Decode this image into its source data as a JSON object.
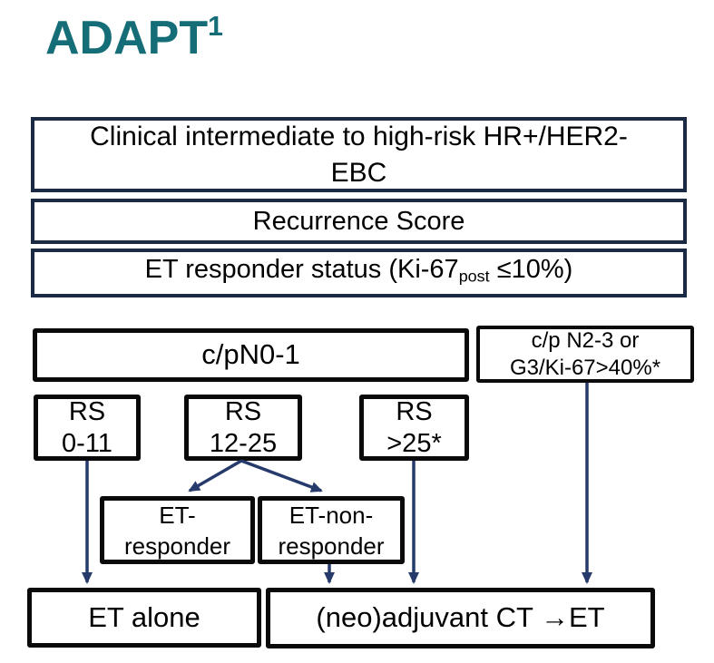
{
  "title": {
    "text": "ADAPT",
    "superscript": "1"
  },
  "colors": {
    "title": "#156e77",
    "top_box_border": "#1a2944",
    "box_border": "#0a0a0a",
    "arrow": "#263a6b",
    "text": "#000000",
    "background": "#ffffff"
  },
  "nodes": {
    "clinical": {
      "lines": [
        "Clinical intermediate to high-risk HR+/HER2-",
        "EBC"
      ]
    },
    "recurrence_score": {
      "label": "Recurrence Score"
    },
    "responder_status": {
      "prefix": "ET responder status (Ki-67",
      "subscript": "post",
      "rest": " ≤10%)"
    },
    "n0_1": {
      "label": "c/pN0-1"
    },
    "n2_3": {
      "lines": [
        "c/p N2-3 or",
        "G3/Ki-67>40%*"
      ]
    },
    "rs_0_11": {
      "lines": [
        "RS",
        "0-11"
      ]
    },
    "rs_12_25": {
      "lines": [
        "RS",
        "12-25"
      ]
    },
    "rs_over_25": {
      "lines": [
        "RS",
        ">25*"
      ]
    },
    "et_responder": {
      "lines": [
        "ET-",
        "responder"
      ]
    },
    "et_non_responder": {
      "lines": [
        "ET-non-",
        "responder"
      ]
    },
    "et_alone": {
      "label": "ET alone"
    },
    "neoadjuvant_ct": {
      "label": "(neo)adjuvant CT →ET"
    }
  },
  "edges": [
    {
      "from": "rs_0_11",
      "to": "et_alone"
    },
    {
      "from": "rs_12_25",
      "to": "et_responder"
    },
    {
      "from": "rs_12_25",
      "to": "et_non_responder"
    },
    {
      "from": "et_non_responder",
      "to": "neoadjuvant_ct"
    },
    {
      "from": "rs_over_25",
      "to": "neoadjuvant_ct"
    },
    {
      "from": "n2_3",
      "to": "neoadjuvant_ct"
    }
  ]
}
